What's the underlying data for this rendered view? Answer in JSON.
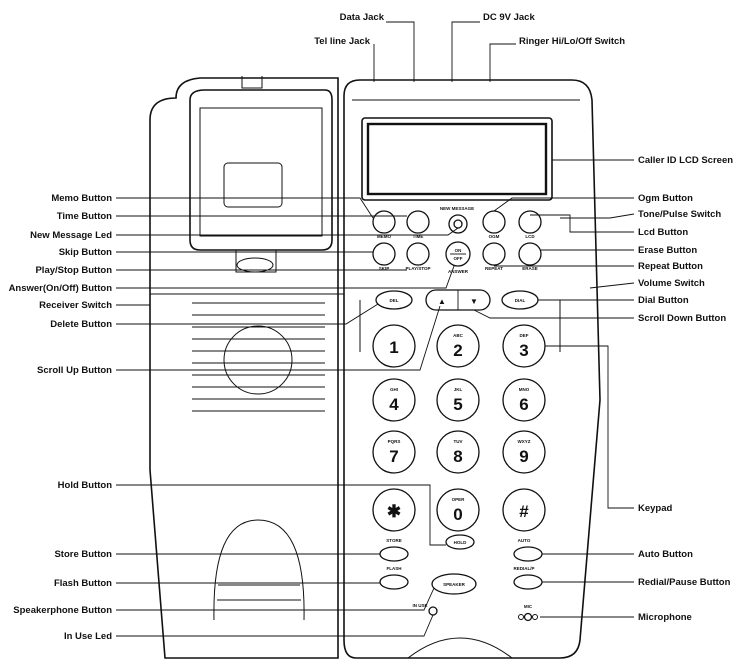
{
  "labels": {
    "data_jack": "Data Jack",
    "dc_jack": "DC 9V Jack",
    "tel_line_jack": "Tel line Jack",
    "ringer_switch": "Ringer Hi/Lo/Off Switch",
    "caller_id_screen": "Caller ID LCD Screen",
    "memo_button": "Memo Button",
    "ogm_button": "Ogm Button",
    "time_button": "Time Button",
    "tone_pulse_switch": "Tone/Pulse Switch",
    "new_message_led": "New Message Led",
    "lcd_button": "Lcd Button",
    "skip_button": "Skip Button",
    "erase_button": "Erase Button",
    "play_stop_button": "Play/Stop Button",
    "repeat_button": "Repeat Button",
    "answer_button": "Answer(On/Off) Button",
    "volume_switch": "Volume Switch",
    "receiver_switch": "Receiver Switch",
    "dial_button": "Dial Button",
    "delete_button": "Delete Button",
    "scroll_down_button": "Scroll Down Button",
    "scroll_up_button": "Scroll Up Button",
    "hold_button": "Hold Button",
    "keypad": "Keypad",
    "store_button": "Store Button",
    "auto_button": "Auto Button",
    "flash_button": "Flash Button",
    "redial_pause_button": "Redial/Pause Button",
    "speakerphone_button": "Speakerphone Button",
    "microphone": "Microphone",
    "in_use_led": "In Use Led"
  },
  "phone": {
    "btn_memo": "MEMO",
    "btn_time": "TIME",
    "btn_new_msg": "NEW MESSAGE",
    "btn_ogm": "OGM",
    "btn_lcd": "LCD",
    "btn_skip": "SKIP",
    "btn_play_stop": "PLAY/STOP",
    "btn_answer_on": "ON",
    "btn_answer_off": "OFF",
    "btn_answer": "ANSWER",
    "btn_repeat": "REPEAT",
    "btn_erase": "ERASE",
    "btn_delete": "DEL",
    "btn_up": "▲",
    "btn_down": "▼",
    "btn_dial": "DIAL",
    "key_1": "1",
    "key_2": "2",
    "key_3": "3",
    "key_4": "4",
    "key_5": "5",
    "key_6": "6",
    "key_7": "7",
    "key_8": "8",
    "key_9": "9",
    "key_star": "✱",
    "key_0": "0",
    "key_hash": "#",
    "sub_2": "ABC",
    "sub_3": "DEF",
    "sub_4": "GHI",
    "sub_5": "JKL",
    "sub_6": "MNO",
    "sub_7": "PQRS",
    "sub_8": "TUV",
    "sub_9": "WXYZ",
    "sub_0": "OPER",
    "btn_store": "STORE",
    "btn_hold": "HOLD",
    "btn_auto": "AUTO",
    "btn_flash": "FLASH",
    "btn_redial": "REDIAL/P",
    "btn_speaker": "SPEAKER",
    "in_use": "IN USE",
    "mic": "MIC"
  }
}
